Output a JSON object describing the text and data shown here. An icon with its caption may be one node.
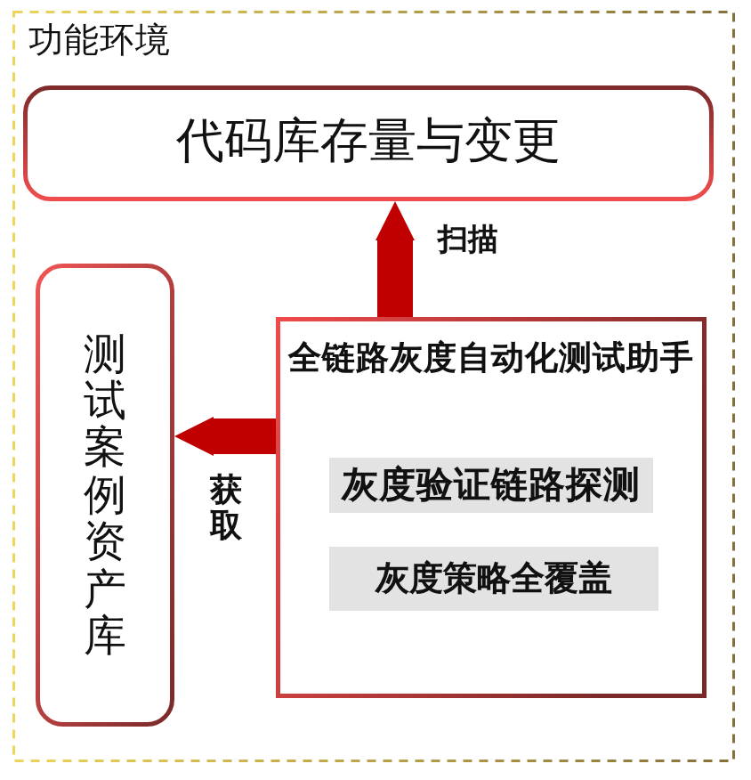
{
  "diagram": {
    "nodes": [
      {
        "text": [
          "功能环境"
        ]
      },
      {
        "text": [
          "代码库存量与变更"
        ],
        "in": 0
      },
      {
        "text": [
          "测试案例资产库"
        ],
        "in": 0
      },
      {
        "text": [
          "全链路灰度自动化测试助手"
        ],
        "in": 0
      },
      {
        "text": [
          "灰度验证链路探测"
        ],
        "in": 3
      },
      {
        "text": [
          "灰度策略全覆盖"
        ],
        "in": 3
      }
    ],
    "edges": [
      {
        "from": 3,
        "to": 1,
        "arrow": "to",
        "label": "扫描",
        "style": "thick"
      },
      {
        "from": 3,
        "to": 2,
        "arrow": "to",
        "label": "获取",
        "style": "thick"
      }
    ]
  }
}
